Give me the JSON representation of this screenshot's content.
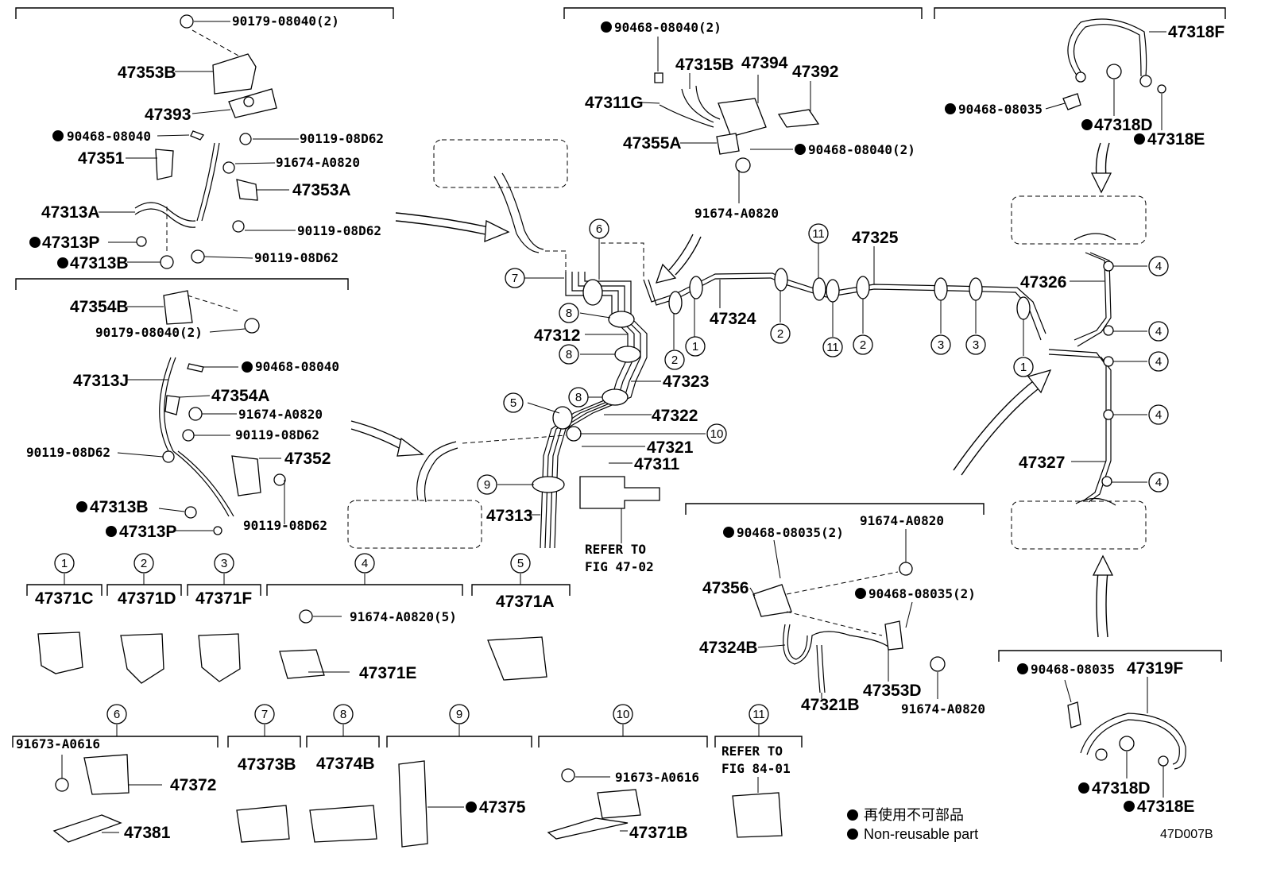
{
  "labels": {
    "p90179_08040_2_a": "90179-08040(2)",
    "p47353B": "47353B",
    "p47393": "47393",
    "p90468_08040_a": "90468-08040",
    "p90119_08D62_a": "90119-08D62",
    "p47351": "47351",
    "p91674_A0820_a": "91674-A0820",
    "p47353A": "47353A",
    "p47313A": "47313A",
    "p90119_08D62_b": "90119-08D62",
    "p47313P_a": "47313P",
    "p90119_08D62_c": "90119-08D62",
    "p47313B_a": "47313B",
    "p47354B": "47354B",
    "p90179_08040_2_b": "90179-08040(2)",
    "p47313J": "47313J",
    "p90468_08040_b": "90468-08040",
    "p47354A": "47354A",
    "p91674_A0820_b": "91674-A0820",
    "p90119_08D62_d": "90119-08D62",
    "p90119_08D62_e": "90119-08D62",
    "p47352": "47352",
    "p90119_08D62_f": "90119-08D62",
    "p47313B_b": "47313B",
    "p47313P_b": "47313P",
    "p90468_08040_2_c": "90468-08040(2)",
    "p47315B": "47315B",
    "p47394": "47394",
    "p47392": "47392",
    "p47311G": "47311G",
    "p47355A": "47355A",
    "p90468_08040_2_d": "90468-08040(2)",
    "p91674_A0820_c": "91674-A0820",
    "p47318F": "47318F",
    "p90468_08035_a": "90468-08035",
    "p47318D_a": "47318D",
    "p47318E_a": "47318E",
    "p47325": "47325",
    "p47324": "47324",
    "p47326": "47326",
    "p47312": "47312",
    "p47323": "47323",
    "p47322": "47322",
    "p47321": "47321",
    "p47311": "47311",
    "p47313": "47313",
    "p47327": "47327",
    "p90468_08035_2_a": "90468-08035(2)",
    "p91674_A0820_d": "91674-A0820",
    "p47356": "47356",
    "p90468_08035_2_b": "90468-08035(2)",
    "p47324B": "47324B",
    "p47353D": "47353D",
    "p47321B": "47321B",
    "p91674_A0820_e": "91674-A0820",
    "p90468_08035_b": "90468-08035",
    "p47319F": "47319F",
    "p47318D_b": "47318D",
    "p47318E_b": "47318E",
    "p47371C": "47371C",
    "p47371D": "47371D",
    "p47371F": "47371F",
    "p91674_A0820_5": "91674-A0820(5)",
    "p47371E": "47371E",
    "p47371A": "47371A",
    "p91673_A0616_a": "91673-A0616",
    "p47372": "47372",
    "p47381": "47381",
    "p47373B": "47373B",
    "p47374B": "47374B",
    "p47375": "47375",
    "p91673_A0616_b": "91673-A0616",
    "p47371B": "47371B",
    "refer_47_1": "REFER TO",
    "refer_47_2": "FIG 47-02",
    "refer_84_1": "REFER TO",
    "refer_84_2": "FIG 84-01"
  },
  "callouts": {
    "c1": "1",
    "c2": "2",
    "c3": "3",
    "c4": "4",
    "c5": "5",
    "c6": "6",
    "c7": "7",
    "c8": "8",
    "c9": "9",
    "c10": "10",
    "c11": "11"
  },
  "legend": {
    "japanese": "再使用不可部品",
    "english": "Non-reusable part"
  },
  "figure_code": "47D007B"
}
